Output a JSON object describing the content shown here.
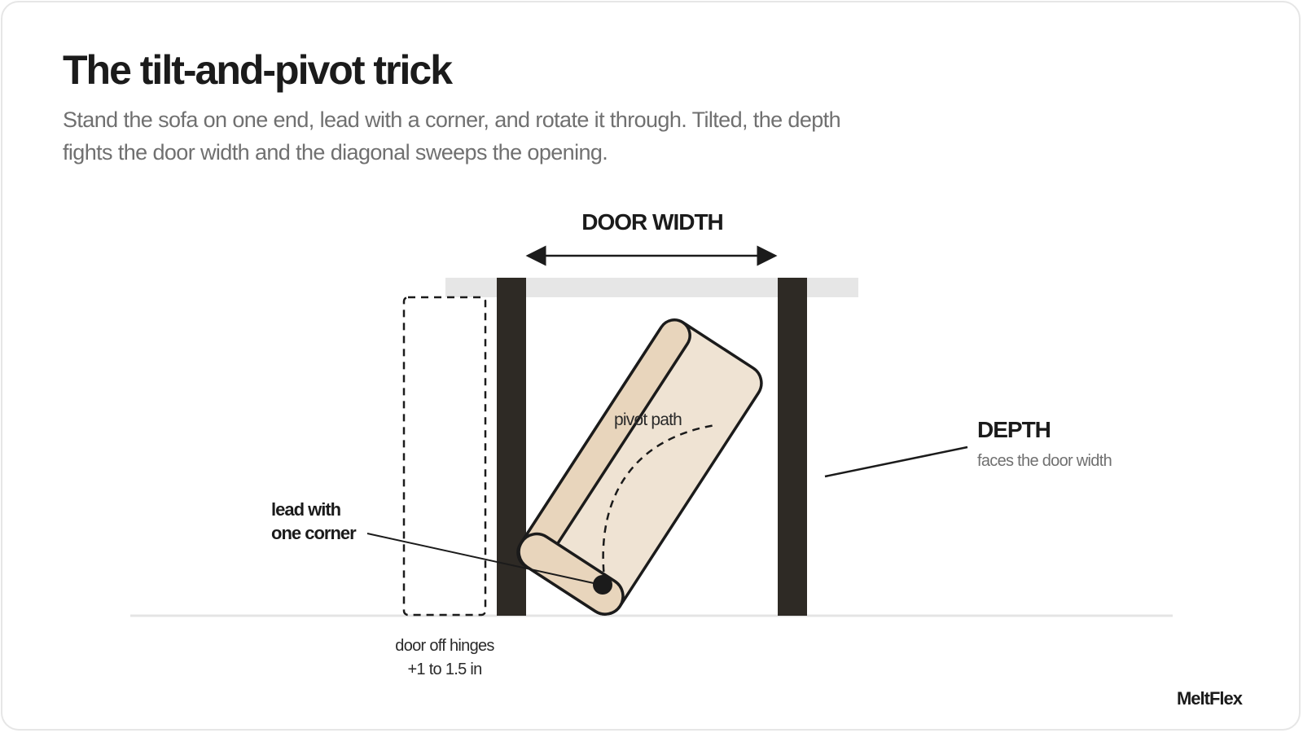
{
  "header": {
    "title": "The tilt-and-pivot trick",
    "subtitle": "Stand the sofa on one end, lead with a corner, and rotate it through. Tilted, the depth fights the door width and the diagonal sweeps the opening."
  },
  "diagram": {
    "door_width_label": "DOOR WIDTH",
    "pivot_path_label": "pivot path",
    "depth_label": "DEPTH",
    "depth_sublabel": "faces the door width",
    "corner_label_line1": "lead with",
    "corner_label_line2": "one corner",
    "hinge_label_line1": "door off hinges",
    "hinge_label_line2": "+1 to 1.5 in"
  },
  "brand": "MeltFlex",
  "colors": {
    "door_frame": "#2e2a25",
    "header_beam": "#e6e6e6",
    "sofa_body": "#efe3d3",
    "sofa_arm": "#e8d5bc",
    "ink": "#1b1b1b",
    "muted_text": "#707070"
  }
}
